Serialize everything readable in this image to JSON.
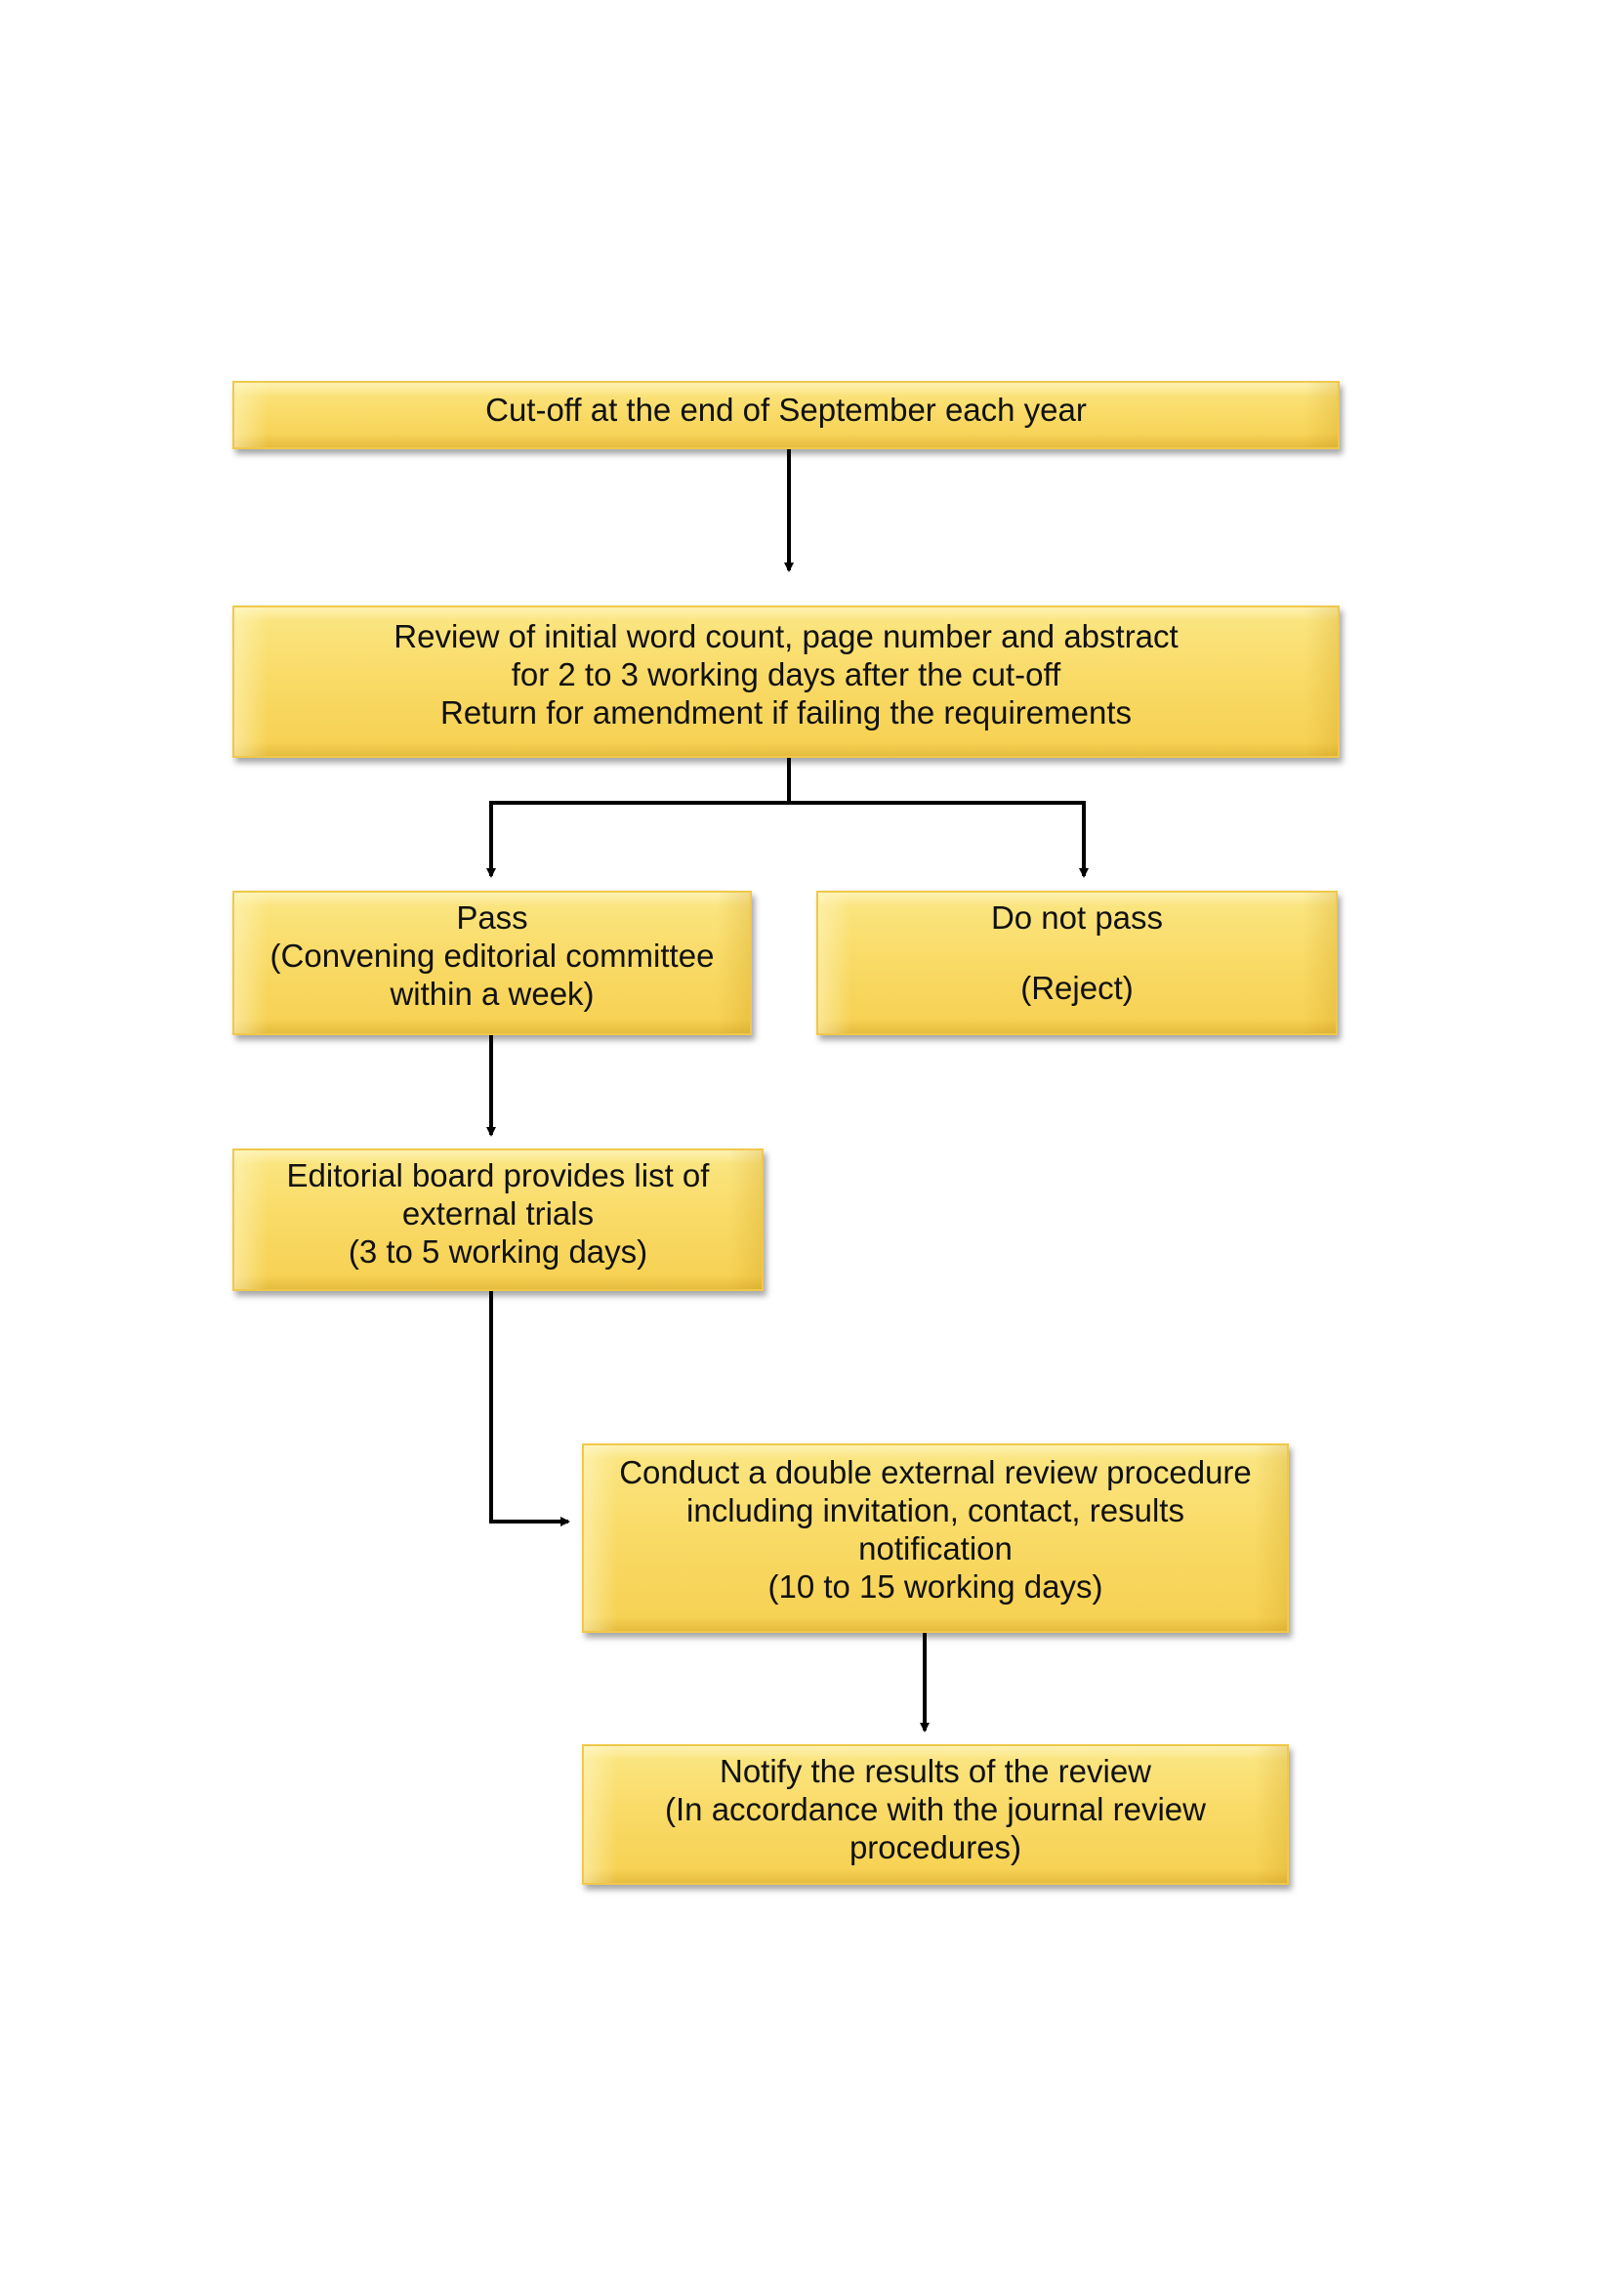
{
  "flowchart": {
    "cutoff": {
      "line1": "Cut-off at the end of September each year"
    },
    "initial_review": {
      "line1": "Review of initial word count, page number and abstract",
      "line2": "for 2 to 3 working days after the cut-off",
      "line3": "Return for amendment if failing the requirements"
    },
    "pass": {
      "line1": "Pass",
      "line2": "(Convening editorial committee",
      "line3": "within a week)"
    },
    "do_not_pass": {
      "line1": "Do not pass",
      "line2": "(Reject)"
    },
    "editorial_board": {
      "line1": "Editorial board provides list of",
      "line2": "external trials",
      "line3": "(3 to 5 working days)"
    },
    "external_review": {
      "line1": "Conduct a double external review procedure",
      "line2": "including invitation, contact, results",
      "line3": "notification",
      "line4": "(10 to 15 working days)"
    },
    "notify": {
      "line1": "Notify the results of the review",
      "line2": "(In accordance with the journal review",
      "line3": "procedures)"
    }
  },
  "colors": {
    "box_fill": "#f9db68",
    "box_border": "#f0c84a",
    "connector": "#000000"
  }
}
